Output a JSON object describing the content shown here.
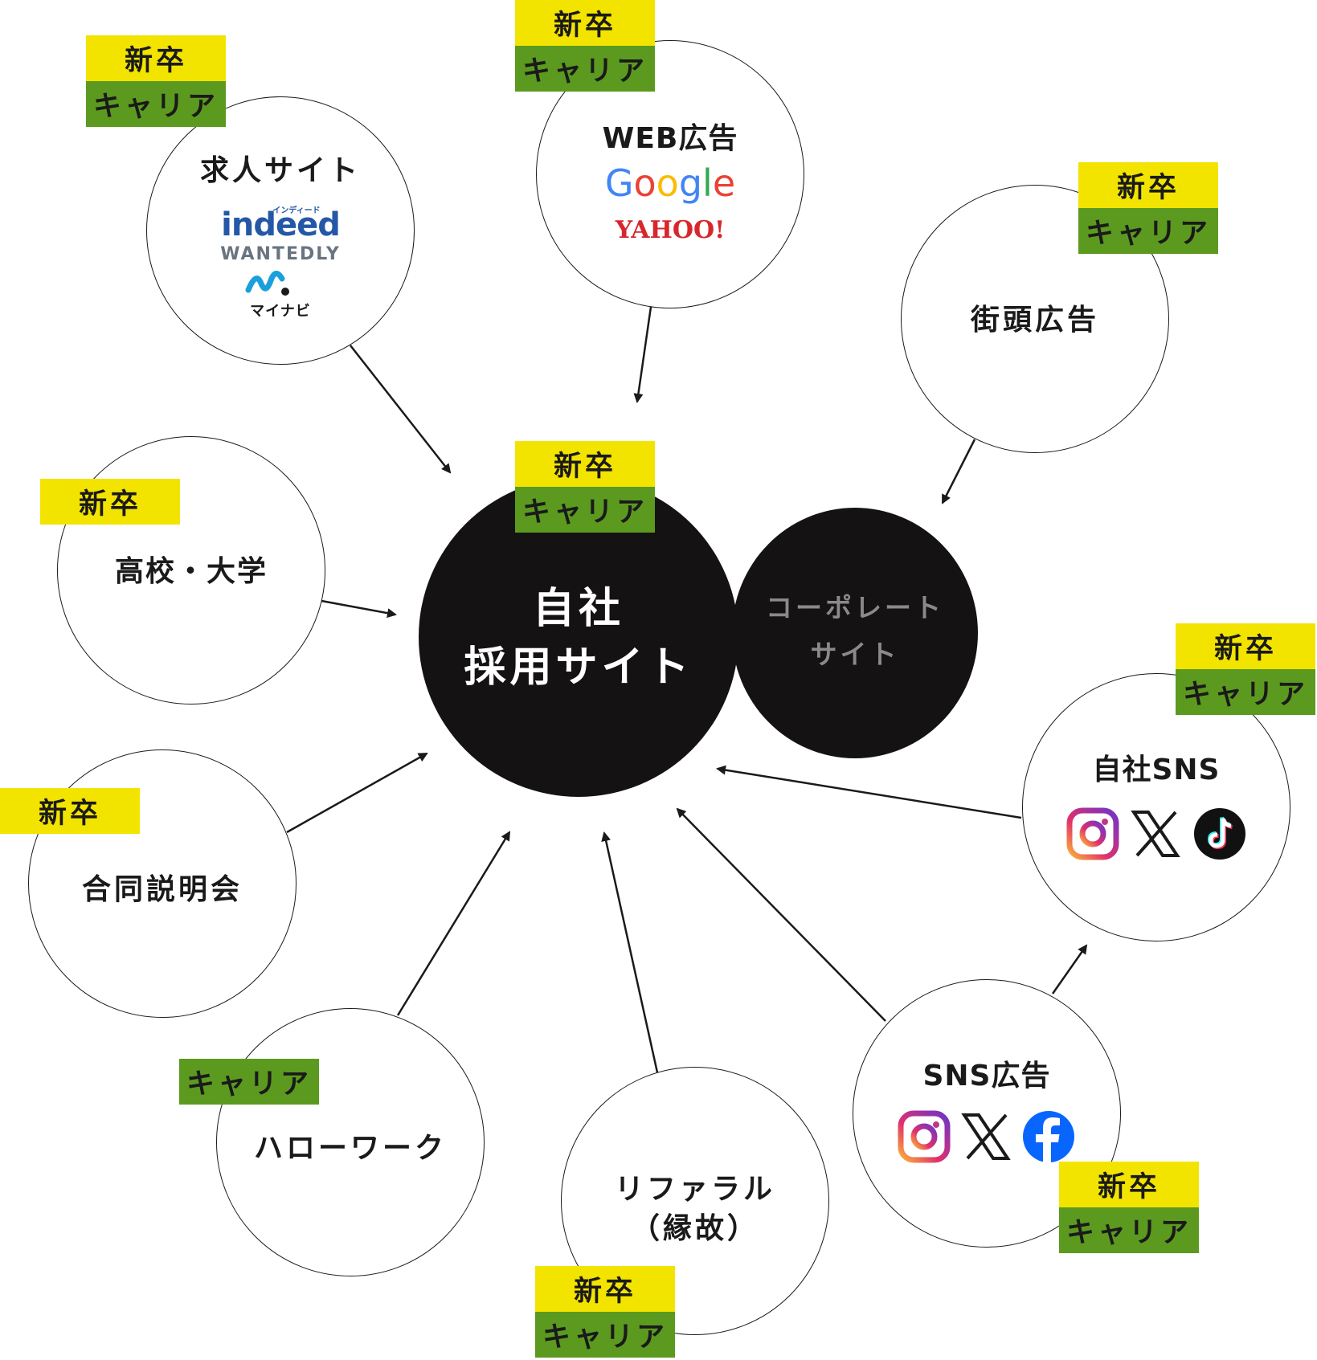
{
  "tags": {
    "new": "新卒",
    "career": "キャリア"
  },
  "colors": {
    "tag_new": "#f3e400",
    "tag_career": "#5b9a1f",
    "hub": "#141212",
    "sub_hub_text": "#8a8a8a"
  },
  "hub": {
    "label": "自社\n採用サイト"
  },
  "sub_hub": {
    "label": "コーポレート\nサイト"
  },
  "nodes": {
    "job_sites": {
      "label": "求人サイト",
      "logos": [
        "indeed",
        "WANTEDLY",
        "マイナビ"
      ],
      "logo_indeed_small": "インディード"
    },
    "web_ads": {
      "label": "WEB広告",
      "logos": [
        "Google",
        "YAHOO!"
      ]
    },
    "street_ads": {
      "label": "街頭広告"
    },
    "schools": {
      "label": "高校・大学"
    },
    "job_fair": {
      "label": "合同説明会"
    },
    "hello_work": {
      "label": "ハローワーク"
    },
    "referral": {
      "label": "リファラル\n（縁故）"
    },
    "sns_ads": {
      "label": "SNS広告",
      "icons": [
        "instagram-icon",
        "x-icon",
        "facebook-icon"
      ]
    },
    "own_sns": {
      "label": "自社SNS",
      "icons": [
        "instagram-icon",
        "x-icon",
        "tiktok-icon"
      ]
    }
  }
}
